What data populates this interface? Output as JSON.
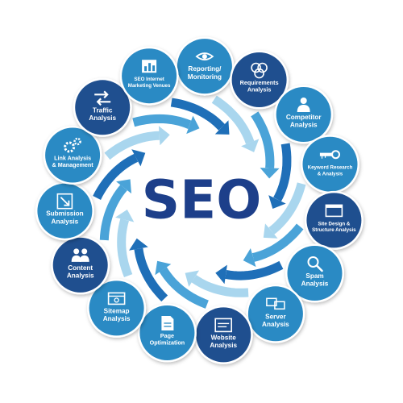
{
  "title": "SEO",
  "colors": {
    "title": "#1d3f8a",
    "arrow_dark": "#1f6fb8",
    "arrow_mid": "#4aa3d8",
    "arrow_light": "#a9d6ee",
    "node_dark": "#1f4f8f",
    "node_mid": "#2a8ac4",
    "node_light": "#4fb0e0"
  },
  "nodes": [
    {
      "id": "reporting",
      "lines": [
        "Reporting/",
        "Monitoring"
      ],
      "icon": "eye-icon",
      "shade": "mid"
    },
    {
      "id": "requirements",
      "lines": [
        "Requirements",
        "Analysis"
      ],
      "icon": "venn-circles-icon",
      "shade": "dark"
    },
    {
      "id": "competitor",
      "lines": [
        "Competitor",
        "Analysis"
      ],
      "icon": "person-icon",
      "shade": "mid"
    },
    {
      "id": "keyword",
      "lines": [
        "Keyword Research",
        "& Analysis"
      ],
      "icon": "key-icon",
      "shade": "mid"
    },
    {
      "id": "site-design",
      "lines": [
        "Site Design &",
        "Structure Analysis"
      ],
      "icon": "browser-window-icon",
      "shade": "dark"
    },
    {
      "id": "spam",
      "lines": [
        "Spam",
        "Analysis"
      ],
      "icon": "magnifier-icon",
      "shade": "mid"
    },
    {
      "id": "server",
      "lines": [
        "Server",
        "Analysis"
      ],
      "icon": "monitors-icon",
      "shade": "mid"
    },
    {
      "id": "website",
      "lines": [
        "Website",
        "Analysis"
      ],
      "icon": "webpage-icon",
      "shade": "dark"
    },
    {
      "id": "page-optimization",
      "lines": [
        "Page",
        "Optimization"
      ],
      "icon": "document-icon",
      "shade": "mid"
    },
    {
      "id": "sitemap",
      "lines": [
        "Sitemap",
        "Analysis"
      ],
      "icon": "sitemap-icon",
      "shade": "mid"
    },
    {
      "id": "content",
      "lines": [
        "Content",
        "Analysis"
      ],
      "icon": "people-icon",
      "shade": "dark"
    },
    {
      "id": "submission",
      "lines": [
        "Submission",
        "Analysis"
      ],
      "icon": "submit-arrow-icon",
      "shade": "mid"
    },
    {
      "id": "link",
      "lines": [
        "Link Analysis",
        "& Management"
      ],
      "icon": "gears-icon",
      "shade": "mid"
    },
    {
      "id": "traffic",
      "lines": [
        "Traffic",
        "Analysis"
      ],
      "icon": "arrows-icon",
      "shade": "dark"
    },
    {
      "id": "seo-venues",
      "lines": [
        "SEO Internet",
        "Marketing Venues"
      ],
      "icon": "bar-chart-icon",
      "shade": "mid"
    }
  ]
}
